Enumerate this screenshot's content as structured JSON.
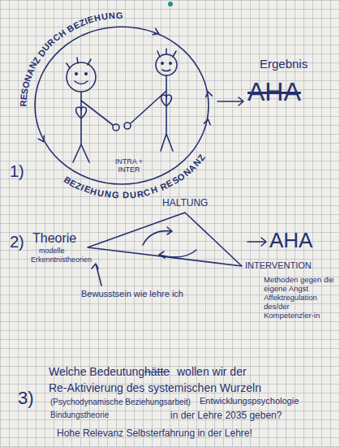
{
  "diagram": {
    "nodes": [
      {
        "text": [
          "INTRA + INTER"
        ]
      }
    ],
    "labels": [
      "RESONANZ DURCH BEZIEHUNG",
      "BEZIEHUNG DURCH RESONANZ",
      "1)",
      "Ergebnis",
      "AHA",
      "2)",
      "HALTUNG",
      "Theorie",
      "modelle",
      "Erkenntnistheorien",
      "INTERVENTION",
      "Bewusstsein wie lehre ich",
      "AHA",
      "Methoden gegen die eigene Angst Affektregulation des/der Kompetenzler-in",
      "3)",
      "Welche Bedeutung",
      "hätte",
      "wollen wir der",
      "Re-Aktivierung des systemischen Wurzeln",
      "(Psychodynamische Beziehungsarbeit)",
      "Entwicklungspsychologie",
      "Bindungstheorie",
      "in der Lehre 2035 geben?",
      "Hohe Relevanz Selbsterfahrung in der Lehre!"
    ]
  }
}
